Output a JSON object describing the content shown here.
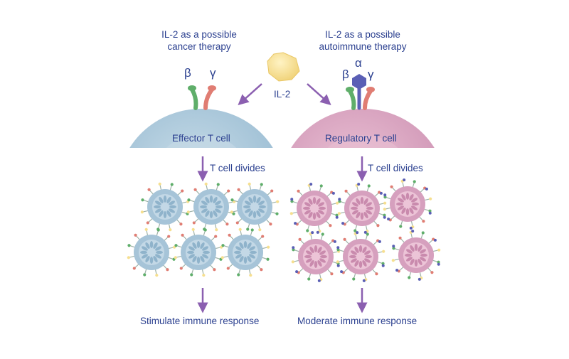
{
  "left_title_line1": "IL-2 as a possible",
  "left_title_line2": "cancer therapy",
  "right_title_line1": "IL-2 as a possible",
  "right_title_line2": "autoimmune therapy",
  "il2_label": "IL-2",
  "beta": "β",
  "gamma": "γ",
  "alpha": "α",
  "left_cell_label": "Effector T cell",
  "right_cell_label": "Regulatory T cell",
  "left_divides": "T cell divides",
  "right_divides": "T cell divides",
  "left_result": "Stimulate immune response",
  "right_result": "Moderate immune response",
  "colors": {
    "text": "#2a3f8f",
    "effector_cell": "#a9c6da",
    "regulatory_cell": "#d9a6c1",
    "il2": "#f6df8f",
    "beta_receptor": "#5fae6a",
    "gamma_receptor": "#e07d73",
    "alpha_receptor": "#5a5fb5",
    "arrow": "#8b5fb0"
  }
}
